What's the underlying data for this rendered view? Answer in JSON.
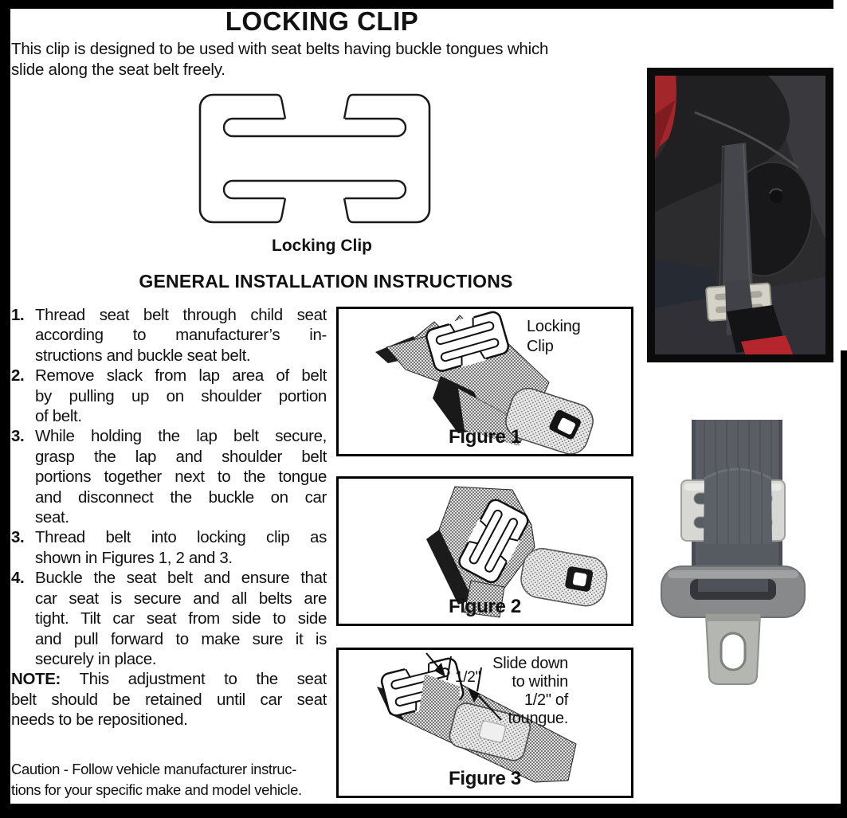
{
  "page": {
    "title": "LOCKING CLIP",
    "intro_lines": [
      "This clip is designed to be used with seat belts having buckle tongues which",
      "slide along the seat belt freely."
    ],
    "clip_caption": "Locking Clip",
    "section_heading": "GENERAL INSTALLATION INSTRUCTIONS",
    "steps": [
      {
        "num": "1.",
        "lines": [
          "Thread seat belt through child seat",
          "according to manufacturer’s in-",
          "structions and buckle seat belt."
        ]
      },
      {
        "num": "2.",
        "lines": [
          "Remove slack from lap area of belt",
          "by pulling up on shoulder portion",
          "of belt."
        ]
      },
      {
        "num": "3.",
        "lines": [
          "While holding the lap belt secure,",
          "grasp the lap and shoulder belt",
          "portions together next to the tongue",
          "and disconnect the buckle on car",
          "seat."
        ]
      },
      {
        "num": "3.",
        "lines": [
          "Thread belt into locking clip as",
          "shown in Figures 1, 2 and  3."
        ]
      },
      {
        "num": "4.",
        "lines": [
          "Buckle the seat belt and ensure that",
          "car seat is secure and all belts are",
          "tight. Tilt car seat from side to side",
          "and pull forward to make sure it is",
          "securely in place."
        ]
      }
    ],
    "note": {
      "label": "NOTE:",
      "lines": [
        "This adjustment to the seat",
        "belt should be retained until car seat",
        "needs to be repositioned."
      ]
    },
    "caution_lines": [
      "Caution - Follow vehicle manufacturer instruc-",
      "tions for your specific make and model vehicle."
    ]
  },
  "figures": [
    {
      "caption": "Figure 1",
      "label_lines": [
        "Locking",
        "Clip"
      ]
    },
    {
      "caption": "Figure 2"
    },
    {
      "caption": "Figure 3",
      "dim_label": "1/2\"",
      "annotation_lines": [
        "Slide down",
        "to within",
        "1/2\" of",
        "toungue."
      ]
    }
  ],
  "photos": {
    "top_alt": "Locking clip installed on vehicle belt beside child car seat",
    "bottom_alt": "Locking clip on seat belt webbing above buckle tongue"
  },
  "colors": {
    "ink": "#111111",
    "page_border": "#000000",
    "belt_gray": "#5a5e64",
    "clip_silver": "#d7d8d3",
    "buckle_gray": "#87898a",
    "seat_red": "#b5262c",
    "seat_black": "#202023"
  }
}
